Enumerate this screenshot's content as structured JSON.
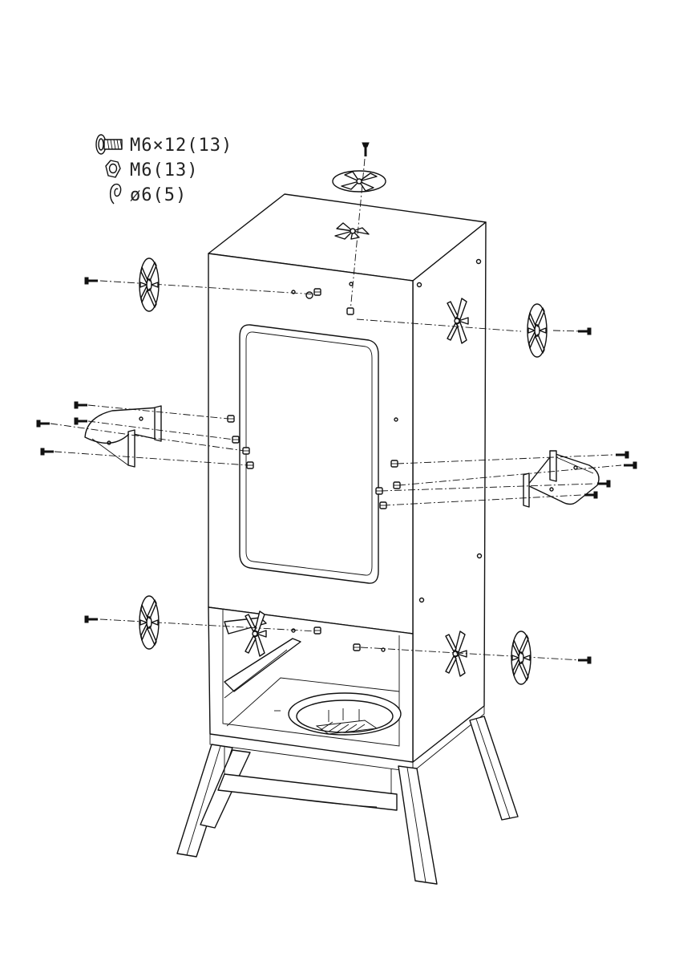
{
  "legend": {
    "bolt_label": "M6×12(13)",
    "nut_label": "M6(13)",
    "washer_label": "ø6(5)"
  },
  "icons": {
    "bolt": "bolt-icon",
    "nut": "nut-icon",
    "washer": "washer-icon"
  }
}
